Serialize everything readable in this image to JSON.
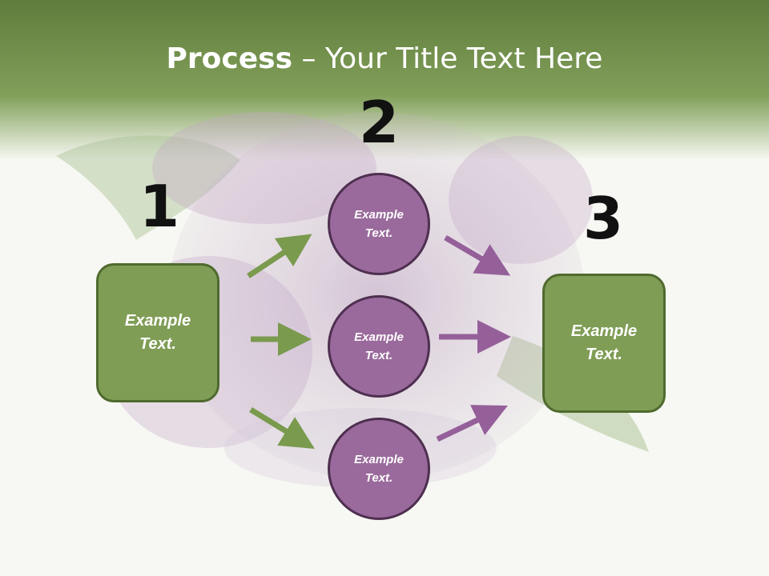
{
  "title": {
    "bold": "Process",
    "rest": " – Your Title Text Here"
  },
  "steps": {
    "one": "1",
    "two": "2",
    "three": "3"
  },
  "left_box": {
    "text": "Example\nText."
  },
  "circles": [
    {
      "text": "Example\nText."
    },
    {
      "text": "Example\nText."
    },
    {
      "text": "Example\nText."
    }
  ],
  "right_box": {
    "text": "Example\nText."
  },
  "colors": {
    "header": "#6f8f48",
    "green_fill": "#7f9d55",
    "green_border": "#4f6a2e",
    "purple_fill": "#9a6a9c",
    "purple_border": "#4e2f50",
    "green_arrow": "#7a9a4e",
    "purple_arrow": "#95609a"
  },
  "background_image": "lilac-flowers"
}
